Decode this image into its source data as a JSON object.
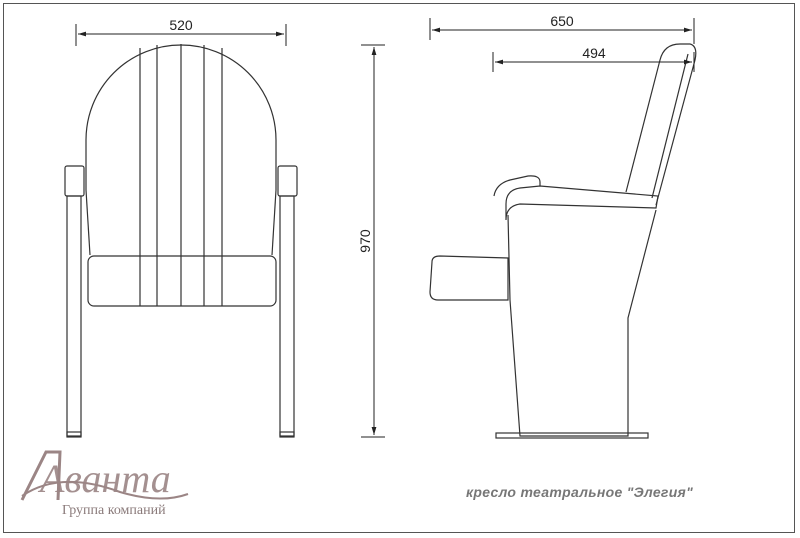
{
  "dimensions": {
    "front_width": "520",
    "side_depth": "650",
    "seat_depth": "494",
    "height": "970"
  },
  "caption": "кресло театральное \"Элегия\"",
  "logo": {
    "brand": "Аванта",
    "tagline": "Группа компаний"
  },
  "colors": {
    "line": "#333333",
    "logo": "#9b8585",
    "caption": "#777777"
  }
}
